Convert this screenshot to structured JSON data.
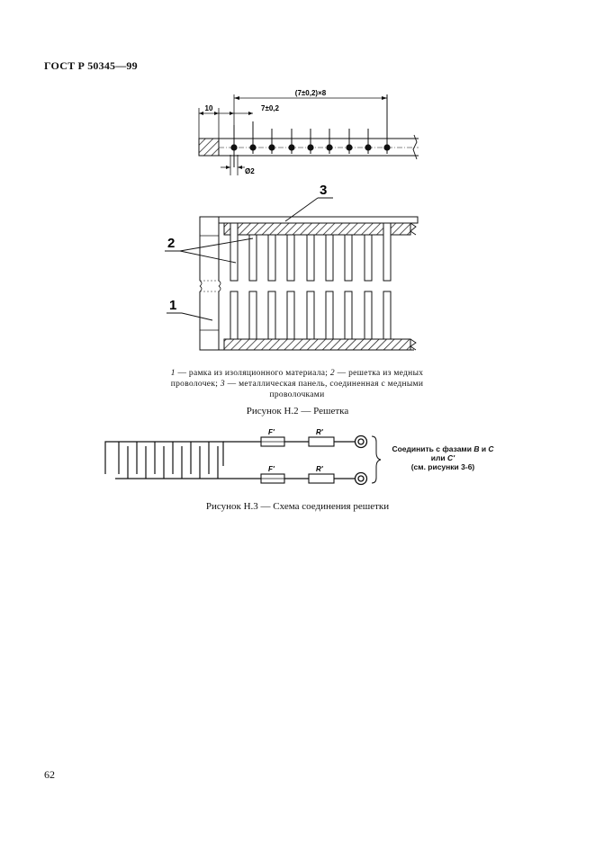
{
  "header": {
    "standard": "ГОСТ Р 50345—99"
  },
  "figure_h2": {
    "dims": {
      "pitch_total": "(7±0,2)×8",
      "left_offset": "10",
      "pitch": "7±0,2",
      "diameter": "Ø2"
    },
    "callouts": {
      "label_1": "1",
      "label_2": "2",
      "label_3": "3"
    },
    "legend": {
      "n1": "1",
      "t1": " — рамка из изоляционного материала; ",
      "n2": "2",
      "t2": " — решетка из медных проволочек; ",
      "n3": "3",
      "t3": " — металлическая панель, соединенная с медными проволочками"
    },
    "caption": "Рисунок Н.2 — Решетка"
  },
  "figure_h3": {
    "fuse_top": "F'",
    "resistor_top": "R'",
    "fuse_bottom": "F'",
    "resistor_bottom": "R'",
    "connect": {
      "line1_pre": "Соединить с фазами ",
      "phase_b": "B",
      "line1_mid": " и ",
      "phase_c": "C",
      "line2_pre": "или ",
      "phase_c2": "C'",
      "line3": "(см. рисунки 3-6)"
    },
    "caption": "Рисунок Н.3 — Схема соединения решетки"
  },
  "footer": {
    "page_number": "62"
  }
}
